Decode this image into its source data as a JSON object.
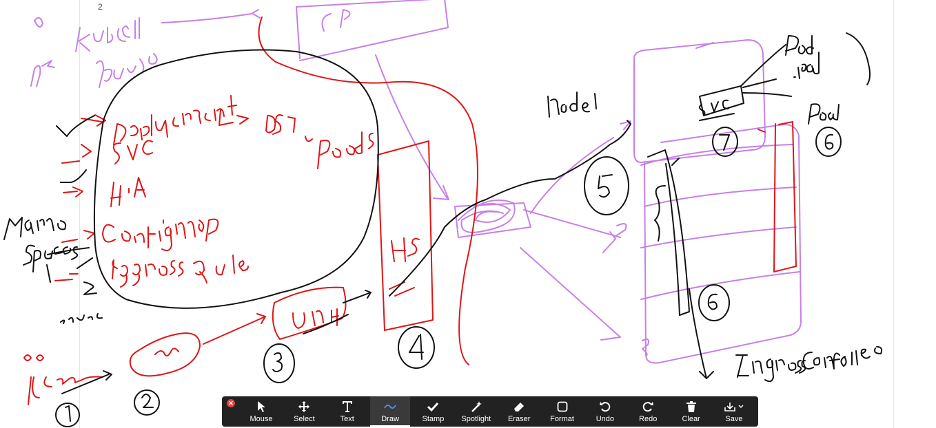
{
  "page": {
    "number": "2"
  },
  "colors": {
    "ink_black": "#111111",
    "ink_red": "#e01414",
    "ink_purple": "#c77fe8",
    "toolbar_bg": "#222222",
    "close_red": "#e0443e"
  },
  "toolbar": {
    "items": [
      {
        "label": "Mouse",
        "icon": "cursor-icon"
      },
      {
        "label": "Select",
        "icon": "move-icon"
      },
      {
        "label": "Text",
        "icon": "text-icon"
      },
      {
        "label": "Draw",
        "icon": "squiggle-icon"
      },
      {
        "label": "Stamp",
        "icon": "check-icon"
      },
      {
        "label": "Spotlight",
        "icon": "wand-icon"
      },
      {
        "label": "Eraser",
        "icon": "eraser-icon"
      },
      {
        "label": "Format",
        "icon": "square-icon"
      },
      {
        "label": "Undo",
        "icon": "undo-icon"
      },
      {
        "label": "Redo",
        "icon": "redo-icon"
      },
      {
        "label": "Clear",
        "icon": "trash-icon"
      },
      {
        "label": "Save",
        "icon": "download-icon"
      }
    ],
    "active": "Draw"
  }
}
